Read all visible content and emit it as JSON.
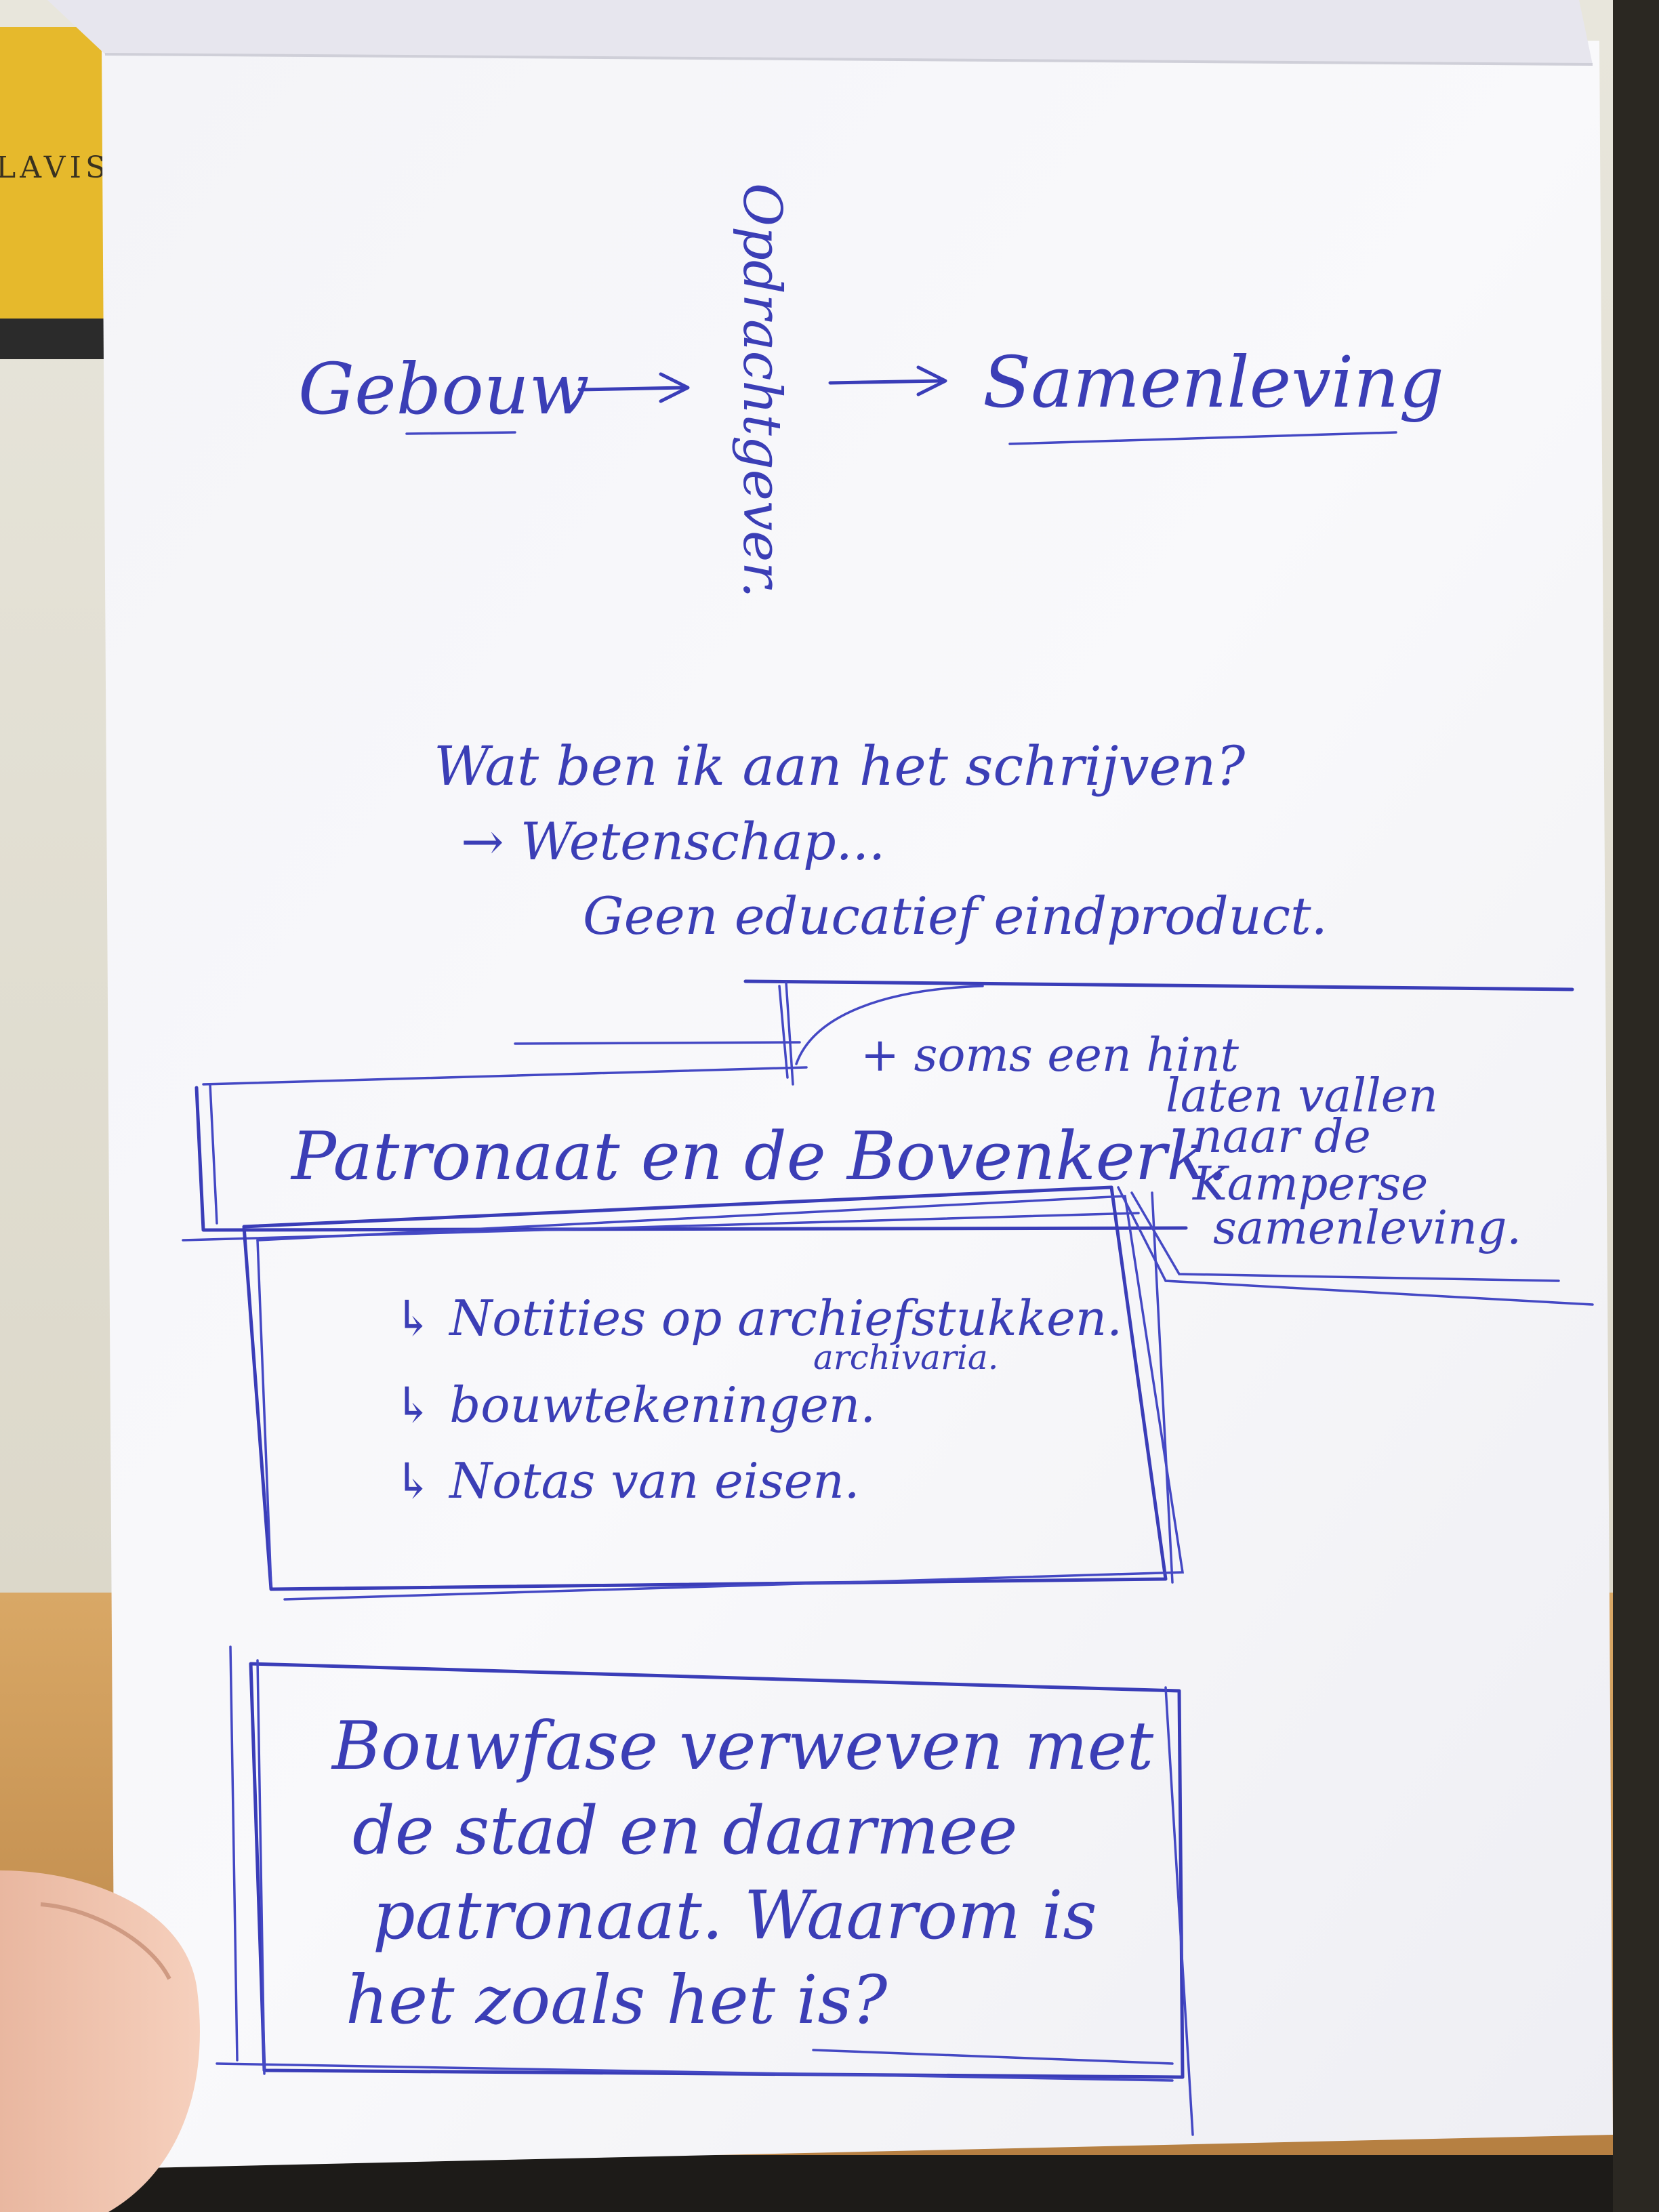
{
  "notes": {
    "gebouw": "Gebouw",
    "opdrachtgever": "Opdrachtgever.",
    "samenleving": "Samenleving",
    "question": "Wat ben ik aan het schrijven?",
    "wetenschap": "→ Wetenschap...",
    "geen_educatief": "Geen educatief eindproduct.",
    "hint_line1": "+ soms een hint",
    "hint_line2": "laten vallen",
    "hint_line3": "naar de",
    "hint_line4": "Kamperse",
    "hint_line5": "samenleving.",
    "patronaat_title": "Patronaat en de Bovenkerk.",
    "bullet1": "↳ Notities op archiefstukken.",
    "bullet1_sub": "archivaria.",
    "bullet2": "↳ bouwtekeningen.",
    "bullet3": "↳ Notas van eisen.",
    "bouwfase_line1": "Bouwfase verweven met",
    "bouwfase_line2": "de stad en daarmee",
    "bouwfase_line3": "patronaat. Waarom is",
    "bouwfase_line4": "het zoals het is?"
  },
  "book_spine": {
    "label": "LAVIS"
  },
  "colors": {
    "ink": "#3a3db8",
    "paper": "#f7f7fa",
    "book": "#e6b92c",
    "desk": "#d7a45f"
  }
}
